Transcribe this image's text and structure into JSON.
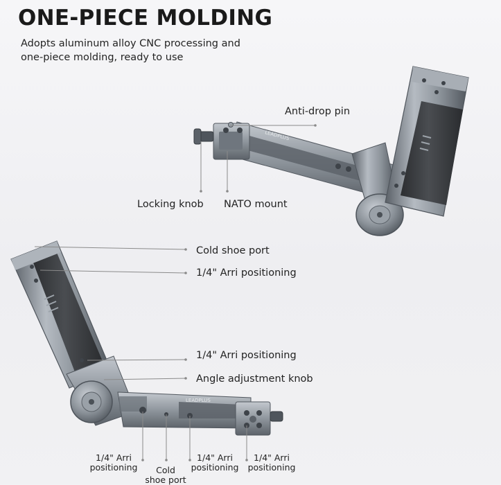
{
  "header": {
    "title": "ONE-PIECE MOLDING",
    "subtitle_line1": "Adopts aluminum alloy CNC processing and",
    "subtitle_line2": "one-piece molding, ready to use"
  },
  "handle_top": {
    "brand_text": "LEADPLUS",
    "labels": {
      "anti_drop_pin": "Anti-drop pin",
      "locking_knob": "Locking knob",
      "nato_mount": "NATO mount"
    }
  },
  "handle_bottom": {
    "brand_text": "LEADPLUS",
    "labels": {
      "cold_shoe_port": "Cold shoe port",
      "arri_positioning_upper": "1/4\" Arri positioning",
      "arri_positioning_middle": "1/4\" Arri positioning",
      "angle_adjustment_knob": "Angle adjustment knob"
    },
    "bottom_labels": {
      "arri_1_line1": "1/4\" Arri",
      "arri_1_line2": "positioning",
      "cold_shoe_line1": "Cold",
      "cold_shoe_line2": "shoe port",
      "arri_2_line1": "1/4\" Arri",
      "arri_2_line2": "positioning",
      "arri_3_line1": "1/4\" Arri",
      "arri_3_line2": "positioning"
    }
  },
  "colors": {
    "metal_light": "#a9afb6",
    "metal_mid": "#7d848c",
    "metal_dark": "#4d535a",
    "rubber": "#3b3d40",
    "leader_line": "#8a8a8a"
  }
}
